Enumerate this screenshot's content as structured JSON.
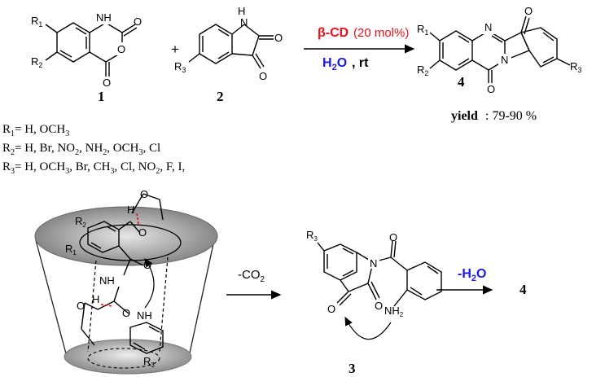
{
  "reaction": {
    "compound_1_label": "1",
    "compound_2_label": "2",
    "product_label": "4",
    "plus_sign": "+",
    "catalyst": "β-CD",
    "catalyst_loading": "(20 mol%)",
    "solvent": "H",
    "solvent_sub": "2",
    "solvent_tail": "O",
    "conditions_tail": ", rt",
    "yield_label": "yield",
    "yield_value": ": 79-90 %"
  },
  "substituents": {
    "r1": {
      "symbol": "R",
      "index": "1",
      "values": "= H, OCH",
      "sub3": "3"
    },
    "r2": {
      "symbol": "R",
      "index": "2",
      "p1": "= H, Br, NO",
      "s1": "2",
      "p2": ", NH",
      "s2": "2",
      "p3": ", OCH",
      "s3": "3",
      "p4": ", Cl"
    },
    "r3": {
      "symbol": "R",
      "index": "3",
      "p1": "= H, OCH",
      "s1": "3",
      "p2": ", Br, CH",
      "s2": "3",
      "p3": ", Cl, NO",
      "s3": "2",
      "p4": ", F, I,"
    }
  },
  "mechanism": {
    "step1_reagent": "-CO",
    "step1_sub": "2",
    "intermediate_label": "3",
    "step2_reagent": "-H",
    "step2_sub": "2",
    "step2_tail": "O",
    "final_product_label": "4"
  },
  "atoms": {
    "nh": "NH",
    "h": "H",
    "o": "O",
    "n": "N",
    "r1": "R1",
    "r2": "R2",
    "r3": "R3",
    "nh2": "NH2"
  },
  "colors": {
    "catalyst": "#e8101a",
    "water": "#1a1ae6",
    "hbond": "#e01010",
    "cd_gray": "#a8a8a8"
  }
}
